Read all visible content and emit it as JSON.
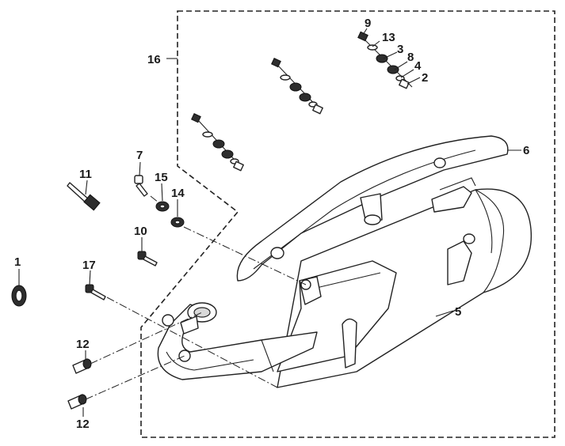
{
  "labels": {
    "p1": "1",
    "p2": "2",
    "p3": "3",
    "p4": "4",
    "p5": "5",
    "p6": "6",
    "p7": "7",
    "p8": "8",
    "p9": "9",
    "p10": "10",
    "p11": "11",
    "p12a": "12",
    "p12b": "12",
    "p13": "13",
    "p14": "14",
    "p15": "15",
    "p16": "16",
    "p17": "17"
  }
}
